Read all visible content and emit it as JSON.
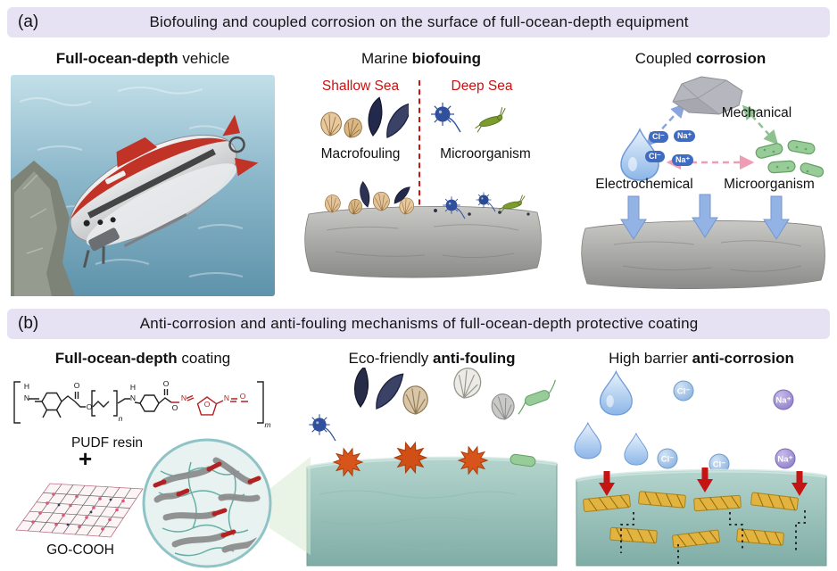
{
  "panel_a": {
    "label": "(a)",
    "title": "Biofouling and coupled corrosion on the surface of full-ocean-depth equipment",
    "vehicle": {
      "title_bold": "Full-ocean-depth",
      "title_rest": " vehicle"
    },
    "biofouling": {
      "title_pre": "Marine ",
      "title_bold": "biofouing",
      "shallow": "Shallow Sea",
      "deep": "Deep Sea",
      "macro": "Macrofouling",
      "micro": "Microorganism"
    },
    "corrosion": {
      "title_pre": "Coupled ",
      "title_bold": "corrosion",
      "mechanical": "Mechanical",
      "electrochemical": "Electrochemical",
      "microorganism": "Microorganism",
      "ions": [
        "Cl⁻",
        "Na⁺",
        "Cl⁻",
        "Na⁺"
      ]
    }
  },
  "panel_b": {
    "label": "(b)",
    "title": "Anti-corrosion and anti-fouling mechanisms of full-ocean-depth protective coating",
    "coating": {
      "title_bold": "Full-ocean-depth",
      "title_rest": " coating",
      "resin": "PUDF resin",
      "plus": "+",
      "go": "GO-COOH",
      "structure_atoms": [
        "H",
        "N",
        "O",
        "O",
        "n",
        "H",
        "N",
        "O",
        "O",
        "N",
        "O",
        "N",
        "O",
        "m"
      ]
    },
    "antifouling": {
      "title_pre": "Eco-friendly ",
      "title_bold": "anti-fouling"
    },
    "anticorrosion": {
      "title_pre": "High barrier ",
      "title_bold": "anti-corrosion",
      "ions": [
        {
          "label": "Cl⁻",
          "type": "cl"
        },
        {
          "label": "Na⁺",
          "type": "na"
        },
        {
          "label": "Cl⁻",
          "type": "cl"
        },
        {
          "label": "Cl⁻",
          "type": "cl"
        },
        {
          "label": "Na⁺",
          "type": "na"
        }
      ]
    }
  },
  "colors": {
    "header_bg": "#e7e2f3",
    "accent_red": "#cc1111",
    "coating_teal": "#9ec7c1",
    "substrate_gray": "#a9a9a7",
    "ion_blue": "#3f6bc0",
    "go_yellow": "#e2b33f"
  }
}
